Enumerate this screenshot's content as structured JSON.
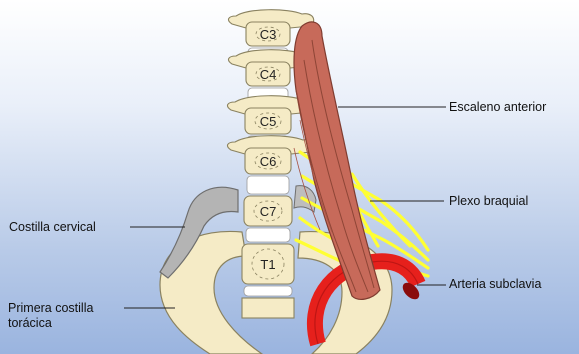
{
  "vertebrae": [
    "C3",
    "C4",
    "C5",
    "C6",
    "C7",
    "T1"
  ],
  "labels": {
    "escaleno": "Escaleno anterior",
    "plexo": "Plexo braquial",
    "arteria": "Arteria subclavia",
    "costilla_cervical": "Costilla cervical",
    "primera_costilla_line1": "Primera costilla",
    "primera_costilla_line2": "torácica"
  },
  "colors": {
    "bone": "#f5ebc6",
    "bone_outline": "#8a8260",
    "cervical_rib": "#b4b4b4",
    "disc": "#ffffff",
    "muscle": "#c76a5a",
    "nerve": "#ffff33",
    "artery": "#e6201c",
    "background_bottom": "#9ab4df"
  }
}
